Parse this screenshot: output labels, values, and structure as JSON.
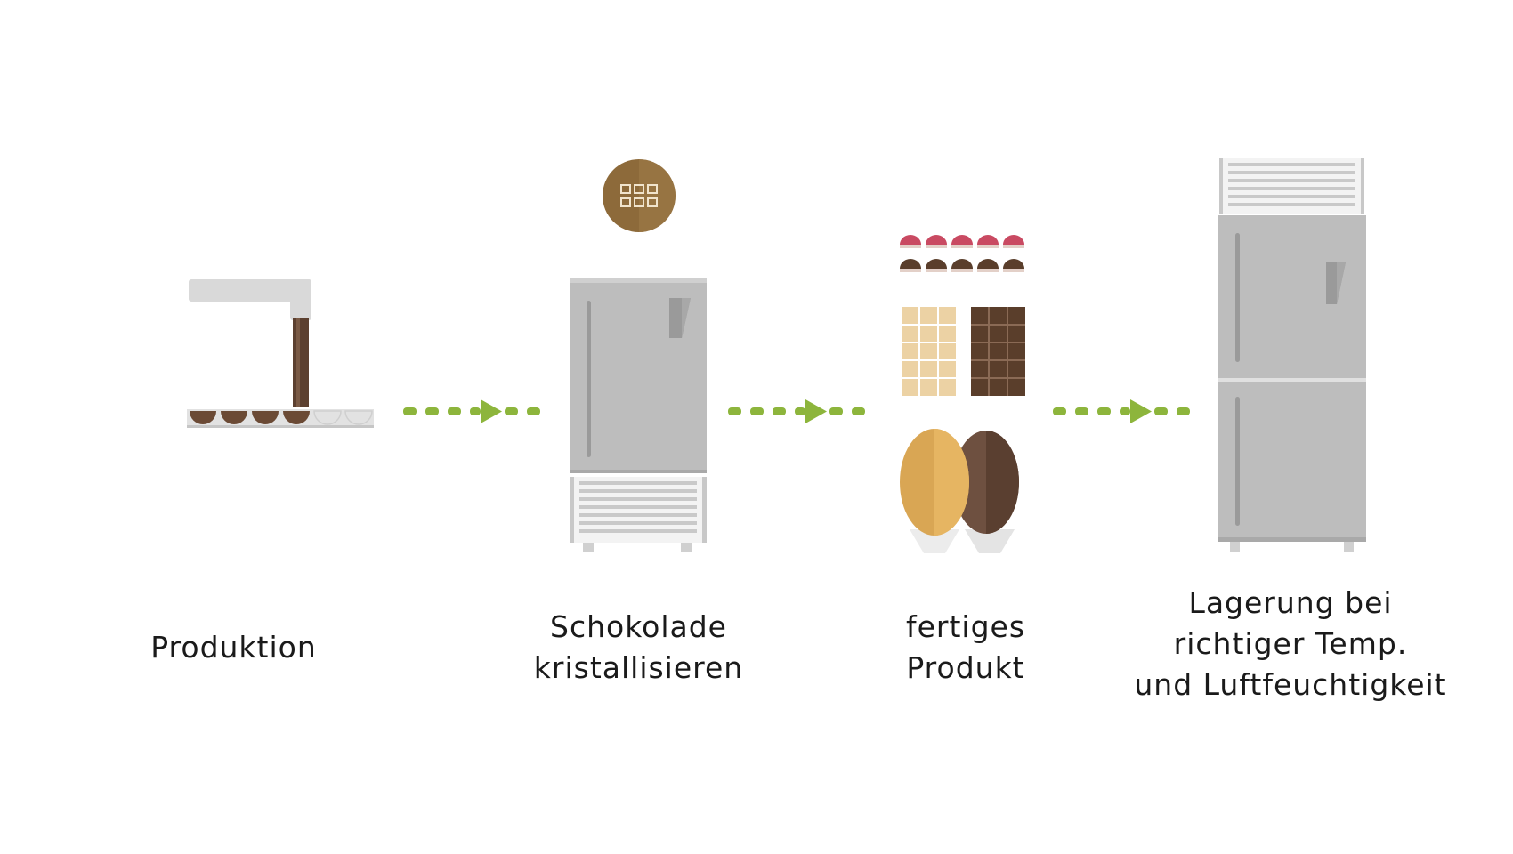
{
  "steps": [
    {
      "label": "Produktion",
      "icon": "depositor-machine-icon"
    },
    {
      "label": "Schokolade\nkristallisieren",
      "icon": "blast-chiller-icon"
    },
    {
      "label": "fertiges\nProdukt",
      "icon": "finished-chocolate-products-icon"
    },
    {
      "label": "Lagerung bei\nrichtiger Temp.\nund Luftfeuchtigkeit",
      "icon": "storage-cabinet-icon"
    }
  ],
  "badge_icon": "grid-icon",
  "colors": {
    "arrow": "#8db53c",
    "steel": "#bdbdbd",
    "steel_dark": "#9a9a9a",
    "chocolate": "#6b4a35",
    "milk_chocolate": "#5a3e2b",
    "white_chocolate": "#ecd2a4",
    "praline_top": "#c94a62",
    "badge": "#8d6a3a",
    "egg_light": "#d9a654",
    "egg_dark": "#6e5040"
  }
}
